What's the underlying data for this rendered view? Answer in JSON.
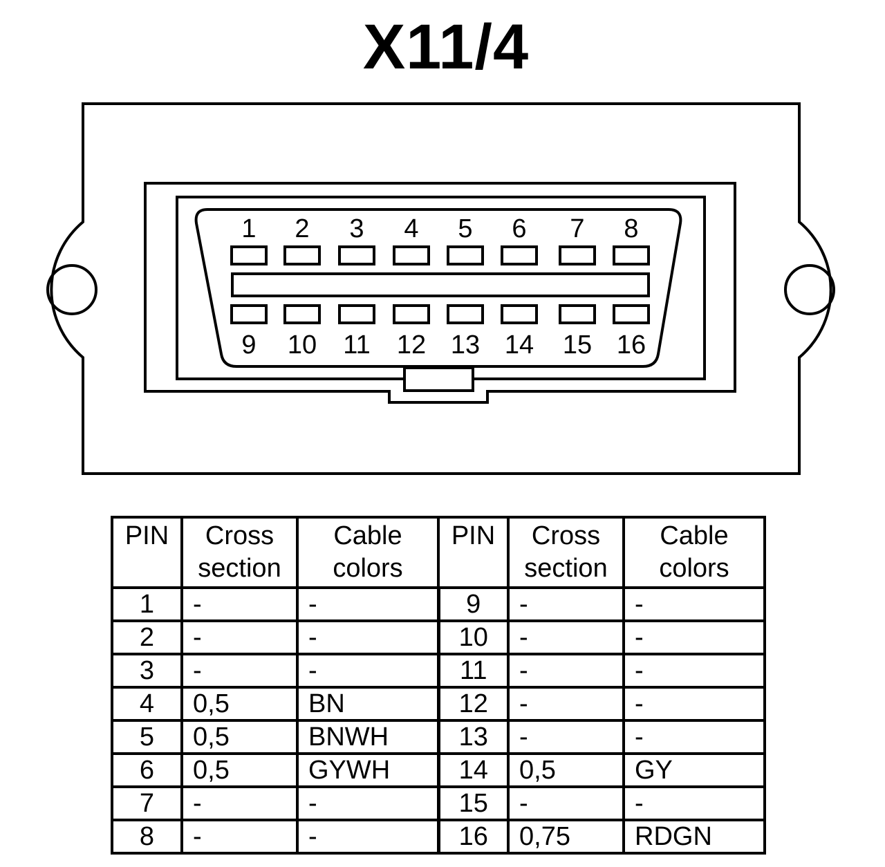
{
  "title": "X11/4",
  "connector": {
    "top_pins": [
      "1",
      "2",
      "3",
      "4",
      "5",
      "6",
      "7",
      "8"
    ],
    "bottom_pins": [
      "9",
      "10",
      "11",
      "12",
      "13",
      "14",
      "15",
      "16"
    ]
  },
  "table": {
    "headers": {
      "pin": "PIN",
      "cross_section_line1": "Cross",
      "cross_section_line2": "section",
      "cable_colors_line1": "Cable",
      "cable_colors_line2": "colors"
    },
    "rows": [
      {
        "pin_a": "1",
        "cross_a": "-",
        "color_a": "-",
        "pin_b": "9",
        "cross_b": "-",
        "color_b": "-"
      },
      {
        "pin_a": "2",
        "cross_a": "-",
        "color_a": "-",
        "pin_b": "10",
        "cross_b": "-",
        "color_b": "-"
      },
      {
        "pin_a": "3",
        "cross_a": "-",
        "color_a": "-",
        "pin_b": "11",
        "cross_b": "-",
        "color_b": "-"
      },
      {
        "pin_a": "4",
        "cross_a": "0,5",
        "color_a": "BN",
        "pin_b": "12",
        "cross_b": "-",
        "color_b": "-"
      },
      {
        "pin_a": "5",
        "cross_a": "0,5",
        "color_a": "BNWH",
        "pin_b": "13",
        "cross_b": "-",
        "color_b": "-"
      },
      {
        "pin_a": "6",
        "cross_a": "0,5",
        "color_a": "GYWH",
        "pin_b": "14",
        "cross_b": "0,5",
        "color_b": "GY"
      },
      {
        "pin_a": "7",
        "cross_a": "-",
        "color_a": "-",
        "pin_b": "15",
        "cross_b": "-",
        "color_b": "-"
      },
      {
        "pin_a": "8",
        "cross_a": "-",
        "color_a": "-",
        "pin_b": "16",
        "cross_b": "0,75",
        "color_b": "RDGN"
      }
    ]
  }
}
